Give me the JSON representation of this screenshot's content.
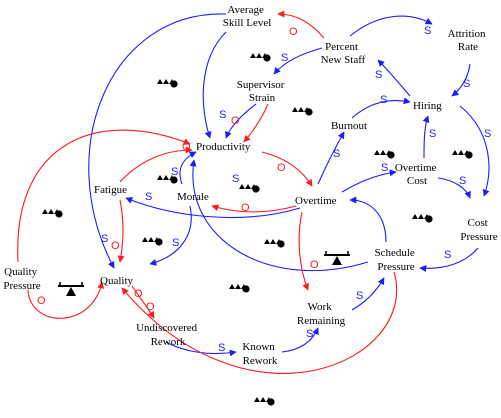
{
  "colors": {
    "positive": "#1c1cff",
    "negative": "#ff1a1a",
    "text": "#000000"
  },
  "icons": {
    "delay": "delay-mark-icon",
    "balance": "seesaw-icon"
  },
  "nodes": {
    "average_skill_level": [
      "Average",
      "Skill Level"
    ],
    "attrition_rate": [
      "Attrition",
      "Rate"
    ],
    "percent_new_staff": [
      "Percent",
      "New Staff"
    ],
    "supervisor_strain": [
      "Supervisor",
      "Strain"
    ],
    "hiring": "Hiring",
    "burnout": "Burnout",
    "productivity": "Productivity",
    "overtime_cost": [
      "Overtime",
      "Cost"
    ],
    "fatigue": "Fatigue",
    "morale": "Morale",
    "overtime": "Overtime",
    "cost_pressure": [
      "Cost",
      "Pressure"
    ],
    "schedule_pressure": [
      "Schedule",
      "Pressure"
    ],
    "quality_pressure": [
      "Quality",
      "Pressure"
    ],
    "quality": "Quality",
    "work_remaining": [
      "Work",
      "Remaining"
    ],
    "undiscovered_rework": [
      "Undiscovered",
      "Rework"
    ],
    "known_rework": [
      "Known",
      "Rework"
    ]
  },
  "polarity": {
    "same": "S",
    "opposite": "O"
  }
}
